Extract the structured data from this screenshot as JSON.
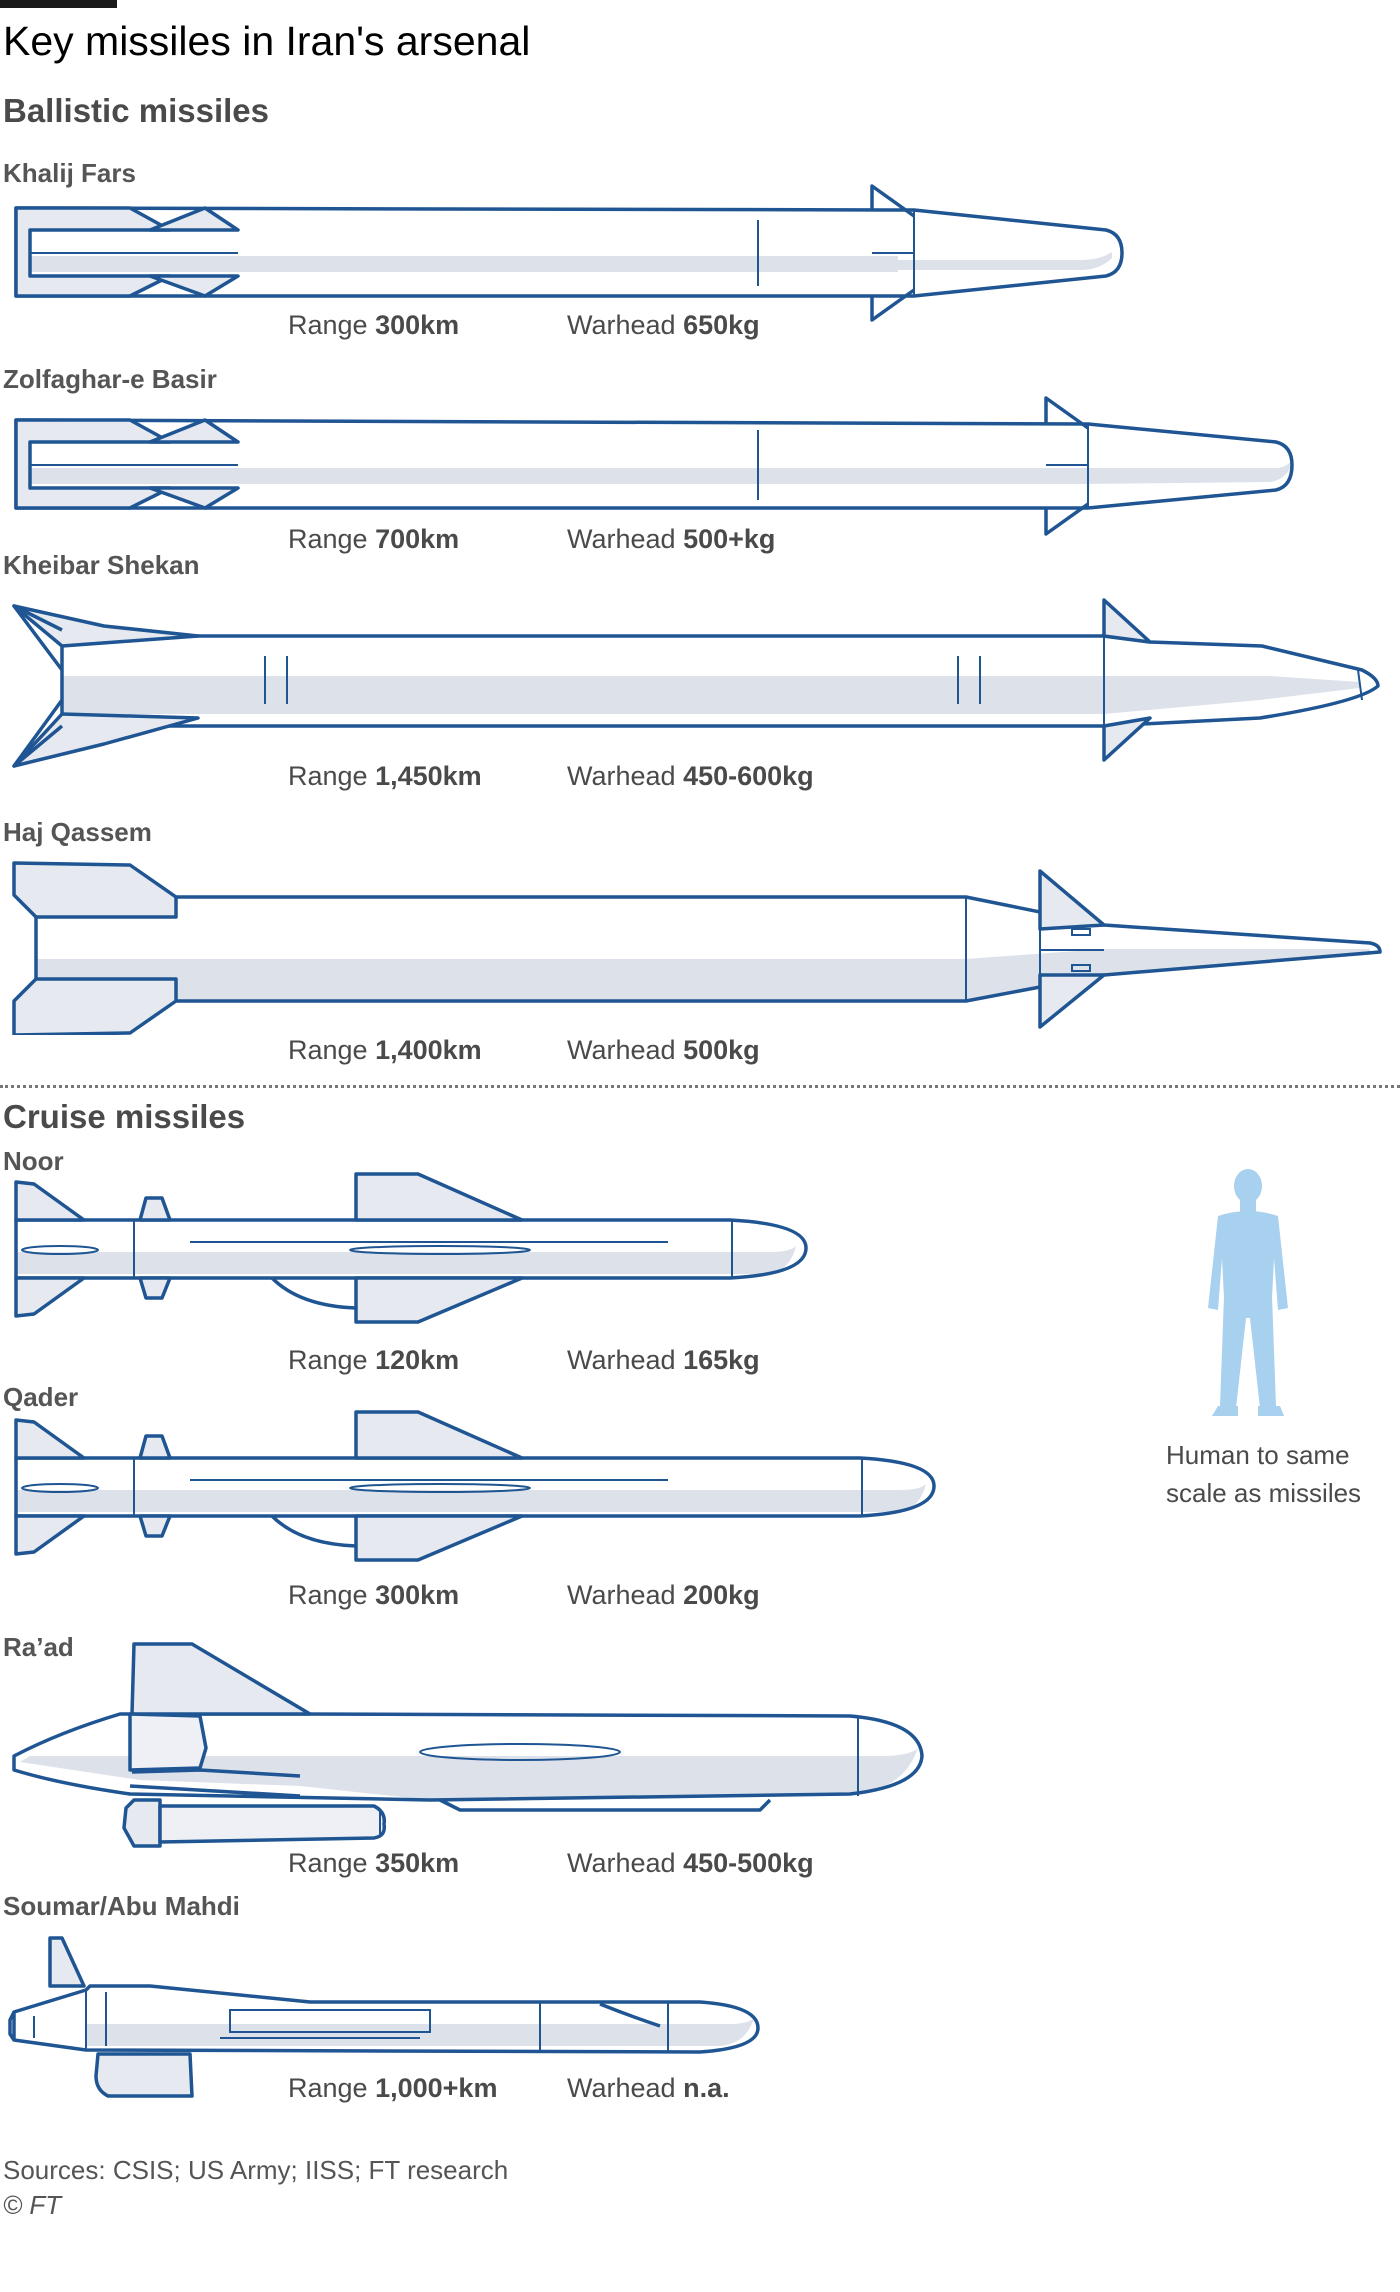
{
  "title": "Key missiles in Iran's arsenal",
  "sections": {
    "ballistic": "Ballistic missiles",
    "cruise": "Cruise missiles"
  },
  "labels": {
    "range": "Range",
    "warhead": "Warhead"
  },
  "missiles": [
    {
      "name": "Khalij Fars",
      "range": "300km",
      "warhead": "650kg"
    },
    {
      "name": "Zolfaghar-e Basir",
      "range": "700km",
      "warhead": "500+kg"
    },
    {
      "name": "Kheibar Shekan",
      "range": "1,450km",
      "warhead": "450-600kg"
    },
    {
      "name": "Haj Qassem",
      "range": "1,400km",
      "warhead": "500kg"
    },
    {
      "name": "Noor",
      "range": "120km",
      "warhead": "165kg"
    },
    {
      "name": "Qader",
      "range": "300km",
      "warhead": "200kg"
    },
    {
      "name": "Ra’ad",
      "range": "350km",
      "warhead": "450-500kg"
    },
    {
      "name": "Soumar/Abu Mahdi",
      "range": "1,000+km",
      "warhead": "n.a."
    }
  ],
  "human_note": "Human to same scale as missiles",
  "sources": "Sources: CSIS; US Army; IISS; FT research",
  "copyright": "© FT",
  "colors": {
    "outline": "#1f5592",
    "fill": "#dde1ea",
    "human": "#a8d0ef"
  }
}
